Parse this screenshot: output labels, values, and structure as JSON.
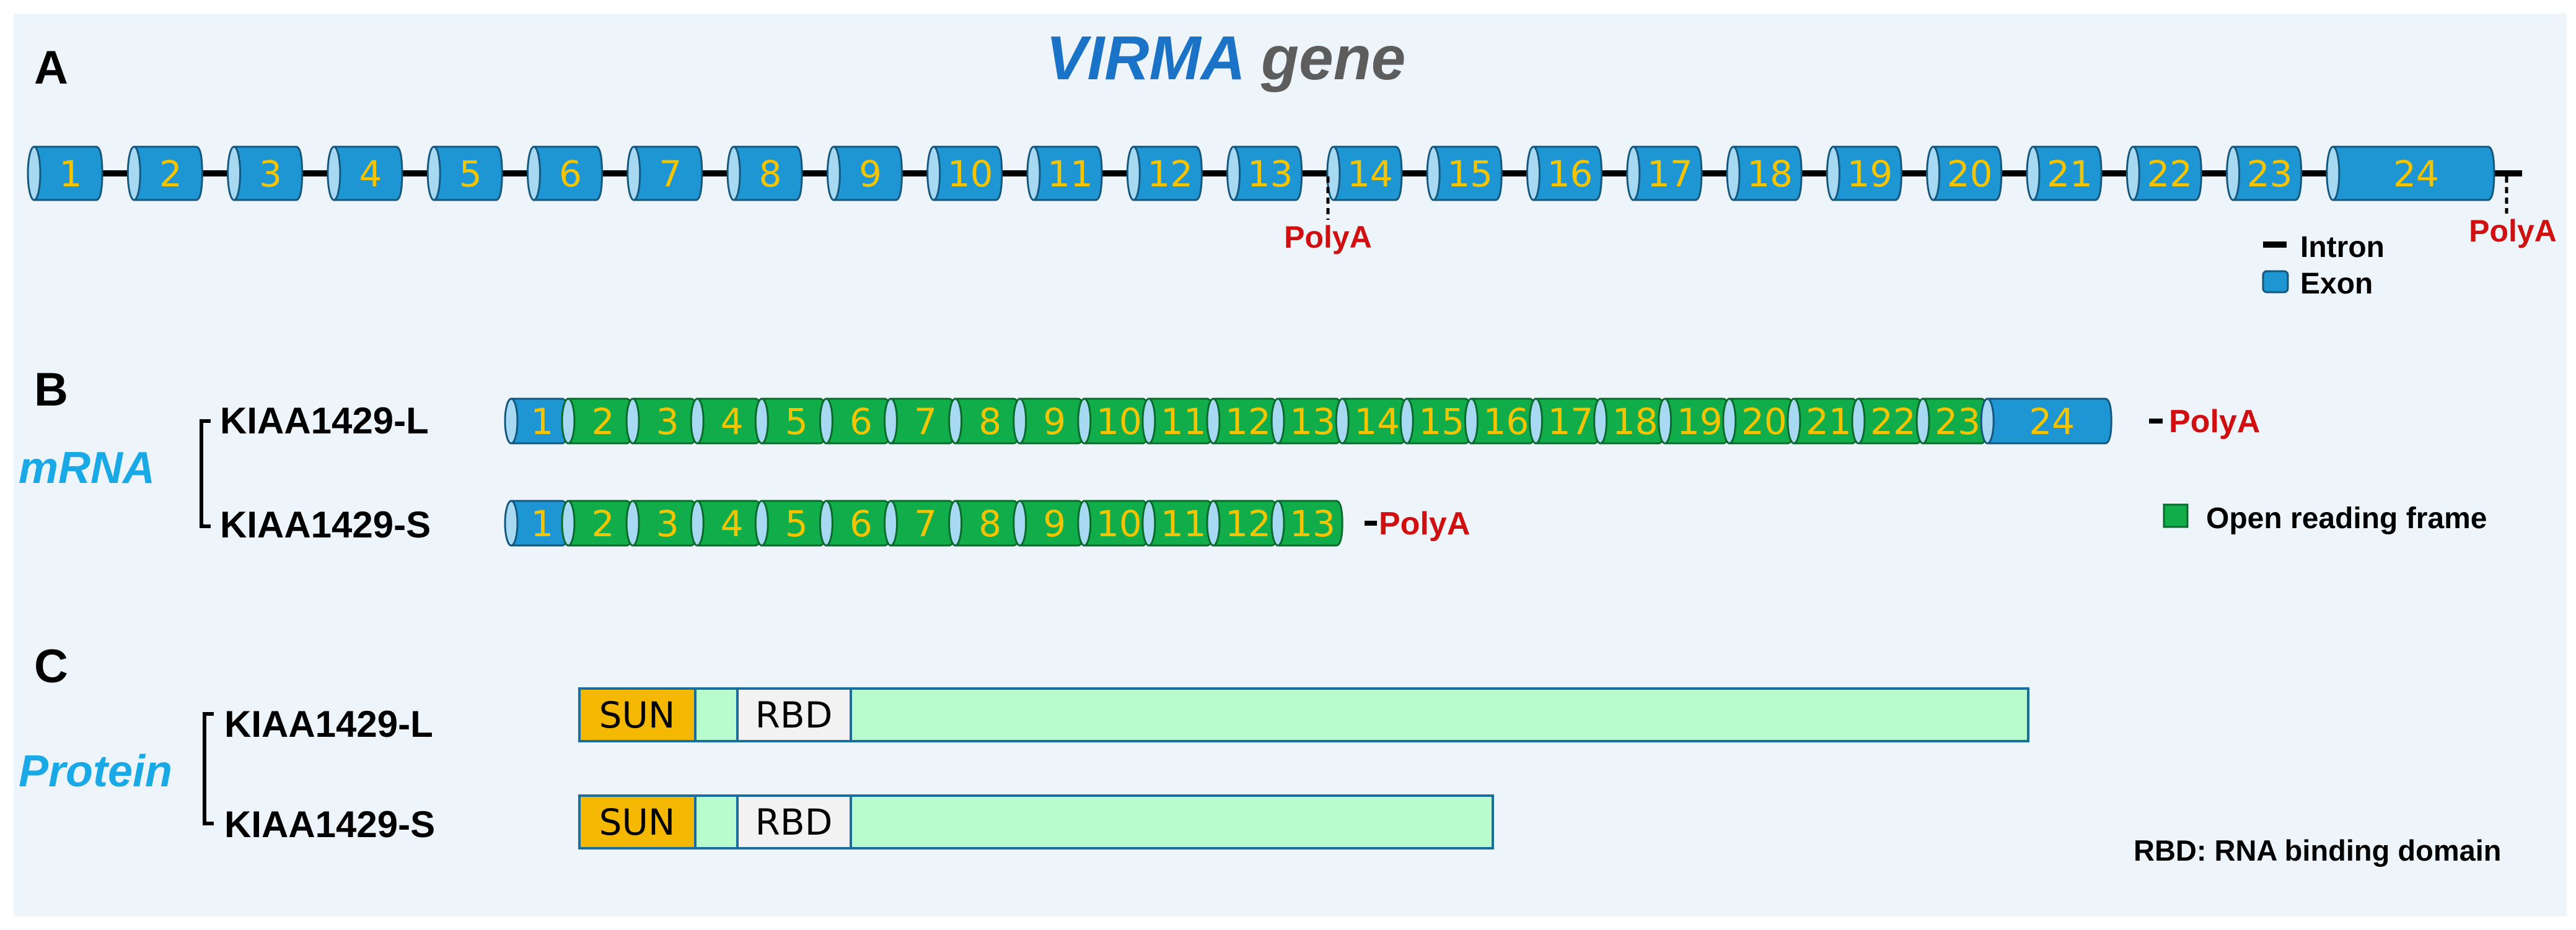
{
  "colors": {
    "background": "#eef5fa",
    "exon": "#1f96d4",
    "exon_outline": "#14567c",
    "exon_cap": "#a8d9f2",
    "orf": "#12ad4b",
    "orf_outline": "#0a6a2c",
    "number_text": "#f5c400",
    "intron": "#000000",
    "polya": "#d01010",
    "title_virma": "#1b73c7",
    "title_gene": "#5d5d5d",
    "side_label": "#19a9e6",
    "sun_domain": "#f5b800",
    "rbd_domain": "#f2f2f2",
    "protein_body": "#b8fbcc",
    "protein_outline": "#1a6e9e"
  },
  "title": {
    "name": "VIRMA",
    "suffix": "gene"
  },
  "panels": {
    "a": "A",
    "b": "B",
    "c": "C"
  },
  "gene": {
    "exons": [
      "1",
      "2",
      "3",
      "4",
      "5",
      "6",
      "7",
      "8",
      "9",
      "10",
      "11",
      "12",
      "13",
      "14",
      "15",
      "16",
      "17",
      "18",
      "19",
      "20",
      "21",
      "22",
      "23",
      "24"
    ],
    "polya_labels": [
      "PolyA",
      "PolyA"
    ],
    "legend": {
      "intron": "Intron",
      "exon": "Exon"
    }
  },
  "mrna": {
    "side_label": "mRNA",
    "isoform_long": {
      "label": "KIAA1429-L",
      "exons": [
        "1",
        "2",
        "3",
        "4",
        "5",
        "6",
        "7",
        "8",
        "9",
        "10",
        "11",
        "12",
        "13",
        "14",
        "15",
        "16",
        "17",
        "18",
        "19",
        "20",
        "21",
        "22",
        "23",
        "24"
      ],
      "polya": "PolyA"
    },
    "isoform_short": {
      "label": "KIAA1429-S",
      "exons": [
        "1",
        "2",
        "3",
        "4",
        "5",
        "6",
        "7",
        "8",
        "9",
        "10",
        "11",
        "12",
        "13"
      ],
      "polya": "PolyA"
    },
    "legend_orf": "Open reading frame"
  },
  "protein": {
    "side_label": "Protein",
    "isoform_long": {
      "label": "KIAA1429-L",
      "sun": "SUN",
      "rbd": "RBD"
    },
    "isoform_short": {
      "label": "KIAA1429-S",
      "sun": "SUN",
      "rbd": "RBD"
    },
    "footnote": "RBD: RNA binding domain"
  }
}
